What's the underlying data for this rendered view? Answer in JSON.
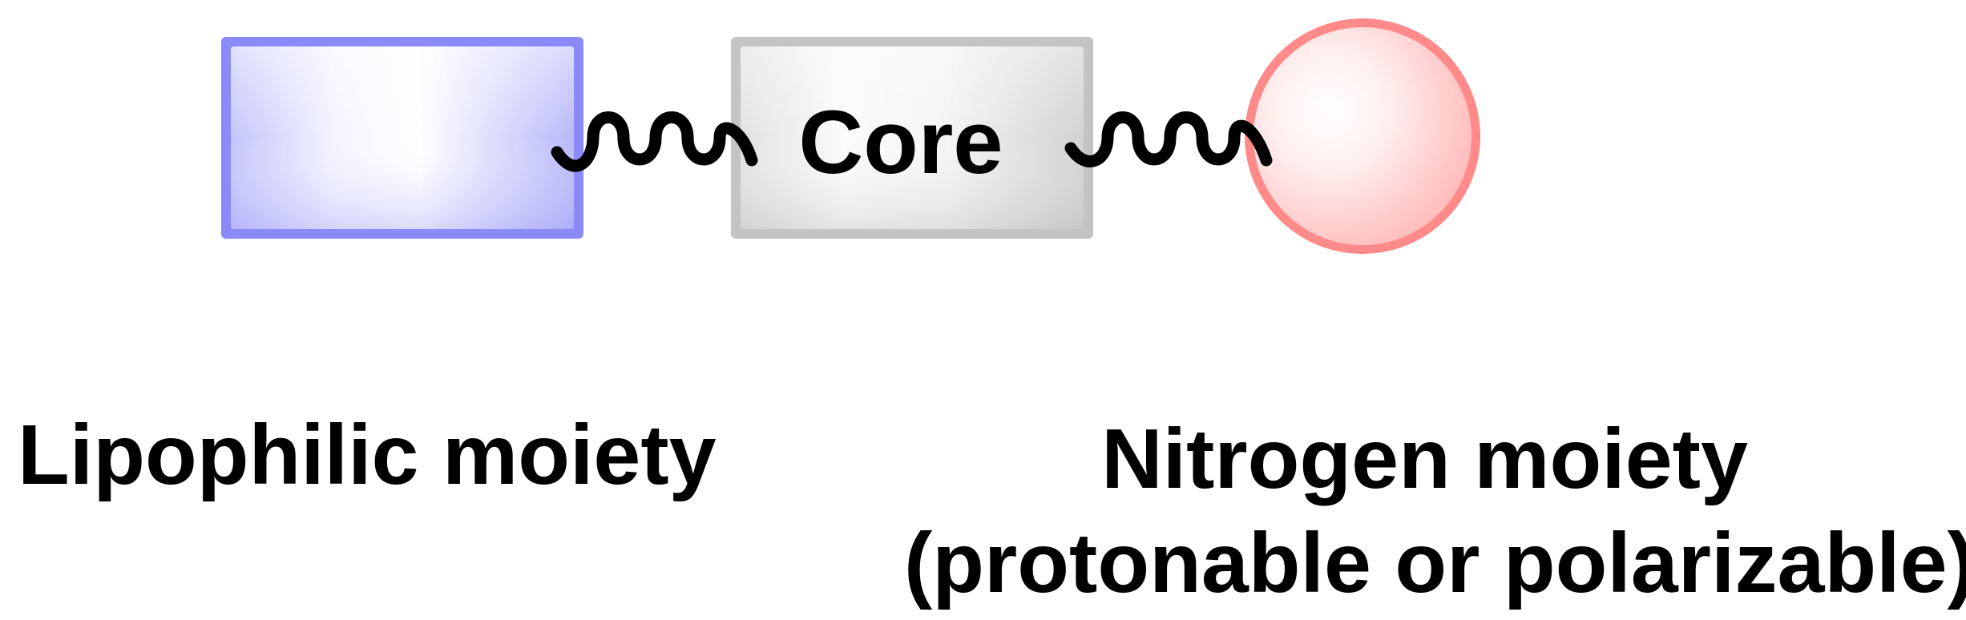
{
  "diagram": {
    "core_label": "Core",
    "lipophilic_label": "Lipophilic moiety",
    "nitrogen_label_line1": "Nitrogen moiety",
    "nitrogen_label_line2": "(protonable or polarizable)"
  },
  "colors": {
    "lipophilic_fill_light": "#f2f2ff",
    "lipophilic_fill_dark": "#b4b4fa",
    "lipophilic_border": "#8a8af8",
    "core_fill_light": "#fafafa",
    "core_fill_dark": "#d6d6d6",
    "core_border": "#c4c4c4",
    "nitrogen_fill_light": "#ffffff",
    "nitrogen_fill_dark": "#ffbcbc",
    "nitrogen_border": "#ff8a8a",
    "linker": "#000000"
  }
}
